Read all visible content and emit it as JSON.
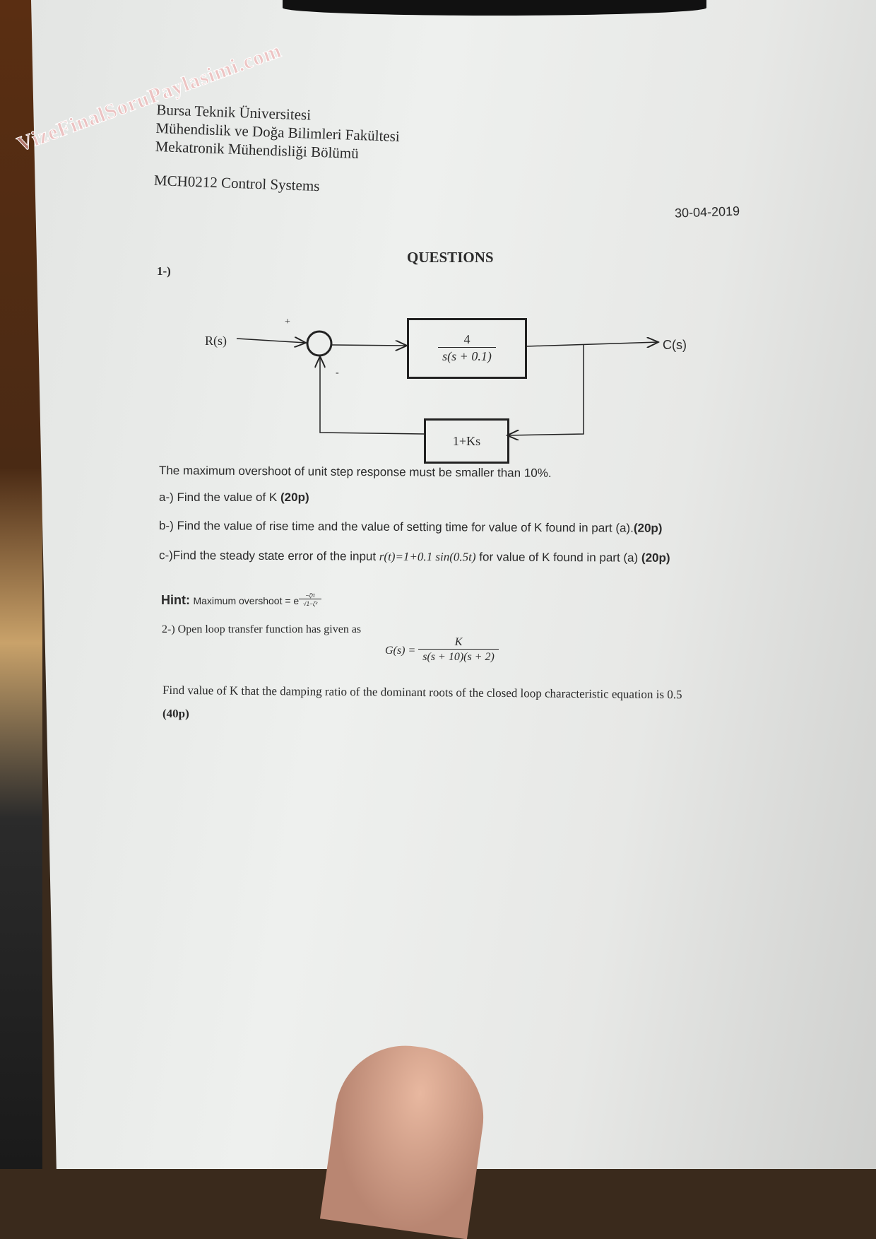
{
  "watermark": "VizeFinalSoruPaylasimi.com",
  "header": {
    "university": "Bursa Teknik Üniversitesi",
    "faculty": "Mühendislik ve Doğa Bilimleri Fakültesi",
    "department": "Mekatronik Mühendisliği Bölümü",
    "course": "MCH0212 Control Systems",
    "date": "30-04-2019"
  },
  "title": "QUESTIONS",
  "q1": {
    "number": "1-)",
    "diagram": {
      "input": "R(s)",
      "output": "C(s)",
      "plus": "+",
      "minus": "-",
      "plant_num": "4",
      "plant_den": "s(s + 0.1)",
      "feedback": "1+Ks"
    },
    "statement": "The maximum overshoot of unit step response must be smaller than 10%.",
    "a": "a-) Find the value of K",
    "a_pts": "(20p)",
    "b": "b-) Find the value of rise time and the value of setting time for value of K found in part (a).",
    "b_pts": "(20p)",
    "c_pre": "c-)Find the steady state error of the input ",
    "c_input": "r(t)=1+0.1 sin(0.5t)",
    "c_post": " for value of K found in part (a) ",
    "c_pts": "(20p)",
    "hint_label": "Hint:",
    "hint_text": "Maximum overshoot = e",
    "hint_exp_num": "−ζπ",
    "hint_exp_den": "√1−ζ²"
  },
  "q2": {
    "intro": "2-) Open loop transfer function has given as",
    "lhs": "G(s) =",
    "num": "K",
    "den": "s(s + 10)(s + 2)",
    "question": "Find value of K that the damping ratio of the dominant roots of the closed loop characteristic equation is 0.5",
    "pts": "(40p)"
  }
}
